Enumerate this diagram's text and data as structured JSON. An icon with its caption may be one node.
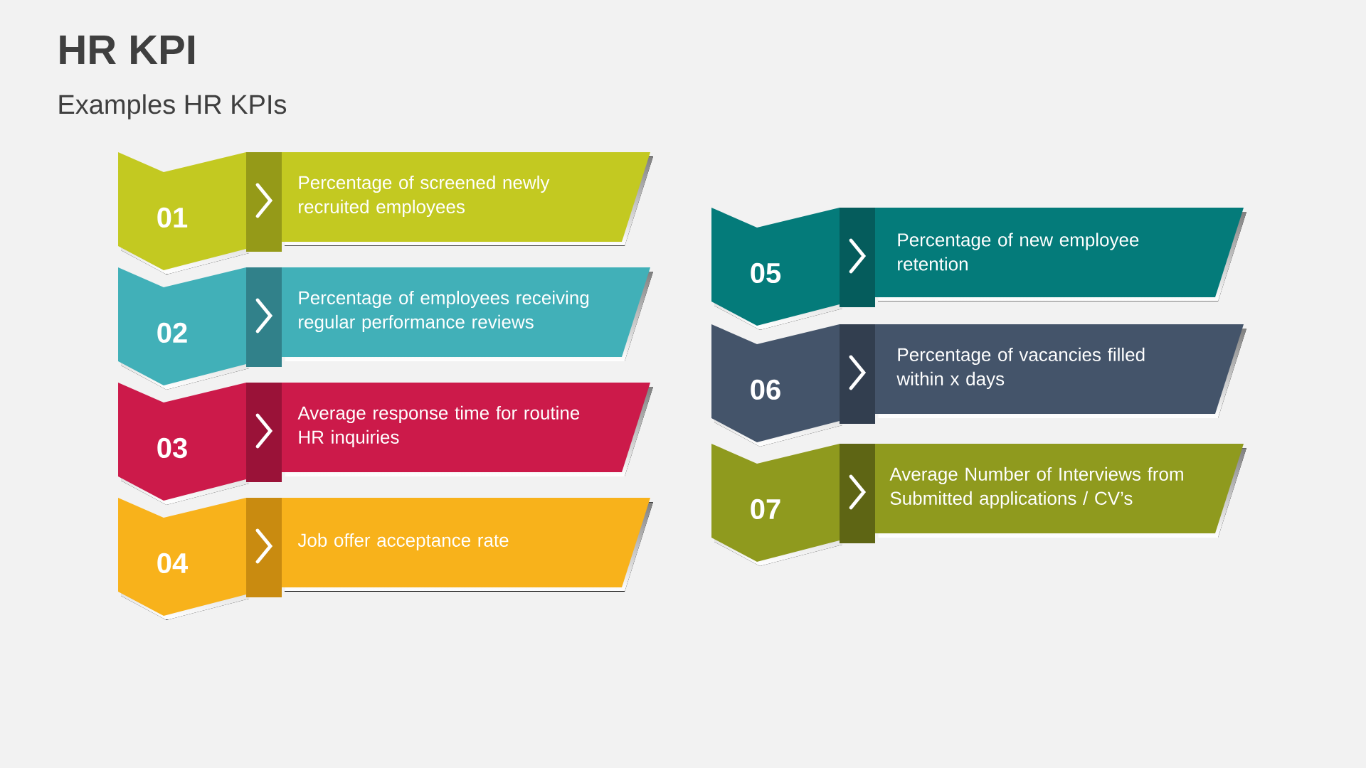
{
  "diagram": {
    "title": "HR KPI",
    "nodes": [
      {
        "text": [
          "01",
          "Percentage of screened newly recruited employees"
        ]
      },
      {
        "text": [
          "02",
          "Percentage of employees receiving regular performance reviews"
        ]
      },
      {
        "text": [
          "03",
          "Average response time for routine HR inquiries"
        ]
      },
      {
        "text": [
          "04",
          "Job offer acceptance rate"
        ]
      },
      {
        "text": [
          "05",
          "Percentage of new employee retention"
        ]
      },
      {
        "text": [
          "06",
          "Percentage of vacancies filled within x days"
        ]
      },
      {
        "text": [
          "07",
          "Average Number of Interviews from Submitted applications / CV’s"
        ]
      }
    ],
    "labels": [
      "Examples HR KPIs"
    ]
  }
}
